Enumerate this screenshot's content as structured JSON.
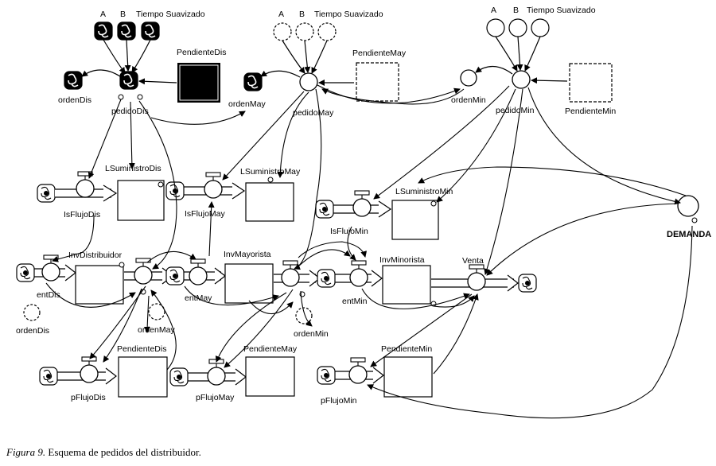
{
  "labels": {
    "a": "A",
    "b": "B",
    "tiempo": "Tiempo Suavizado",
    "pendiente_dis": "PendienteDis",
    "pendiente_may": "PendienteMay",
    "pendiente_min": "PendienteMin",
    "orden_dis": "ordenDis",
    "orden_may": "ordenMay",
    "orden_min": "ordenMin",
    "pedido_dis": "pedidoDis",
    "pedido_may": "pedidoMay",
    "pedido_min": "pedidoMin",
    "lsuministro_dis": "LSuministroDis",
    "lsuministro_may": "LSuministroMay",
    "lsuministro_min": "LSuministroMin",
    "isflujo_dis": "IsFlujoDis",
    "isflujo_may": "IsFlujoMay",
    "isflujo_min": "IsFlujoMin",
    "inv_distribuidor": "InvDistribuidor",
    "inv_mayorista": "InvMayorista",
    "inv_minorista": "InvMinorista",
    "venta": "Venta",
    "demanda": "DEMANDA",
    "ent_dis": "entDis",
    "ent_may": "entMay",
    "ent_min": "entMin",
    "pflujo_dis": "pFlujoDis",
    "pflujo_may": "pFlujoMay",
    "pflujo_min": "pFlujoMin"
  },
  "caption": {
    "figure": "Figura 9.",
    "text": "Esquema de pedidos del distribuidor."
  }
}
